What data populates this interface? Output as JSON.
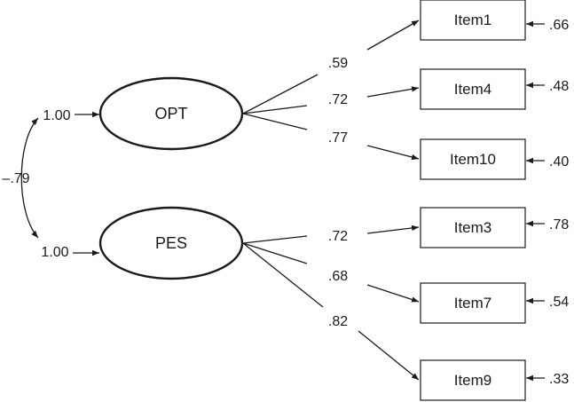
{
  "factors": [
    {
      "label": "OPT",
      "variance": "1.00"
    },
    {
      "label": "PES",
      "variance": "1.00"
    }
  ],
  "correlation": "–.79",
  "items": [
    {
      "label": "Item1",
      "loading": ".59",
      "error": ".66"
    },
    {
      "label": "Item4",
      "loading": ".72",
      "error": ".48"
    },
    {
      "label": "Item10",
      "loading": ".77",
      "error": ".40"
    },
    {
      "label": "Item3",
      "loading": ".72",
      "error": ".78"
    },
    {
      "label": "Item7",
      "loading": ".68",
      "error": ".54"
    },
    {
      "label": "Item9",
      "loading": ".82",
      "error": ".33"
    }
  ]
}
